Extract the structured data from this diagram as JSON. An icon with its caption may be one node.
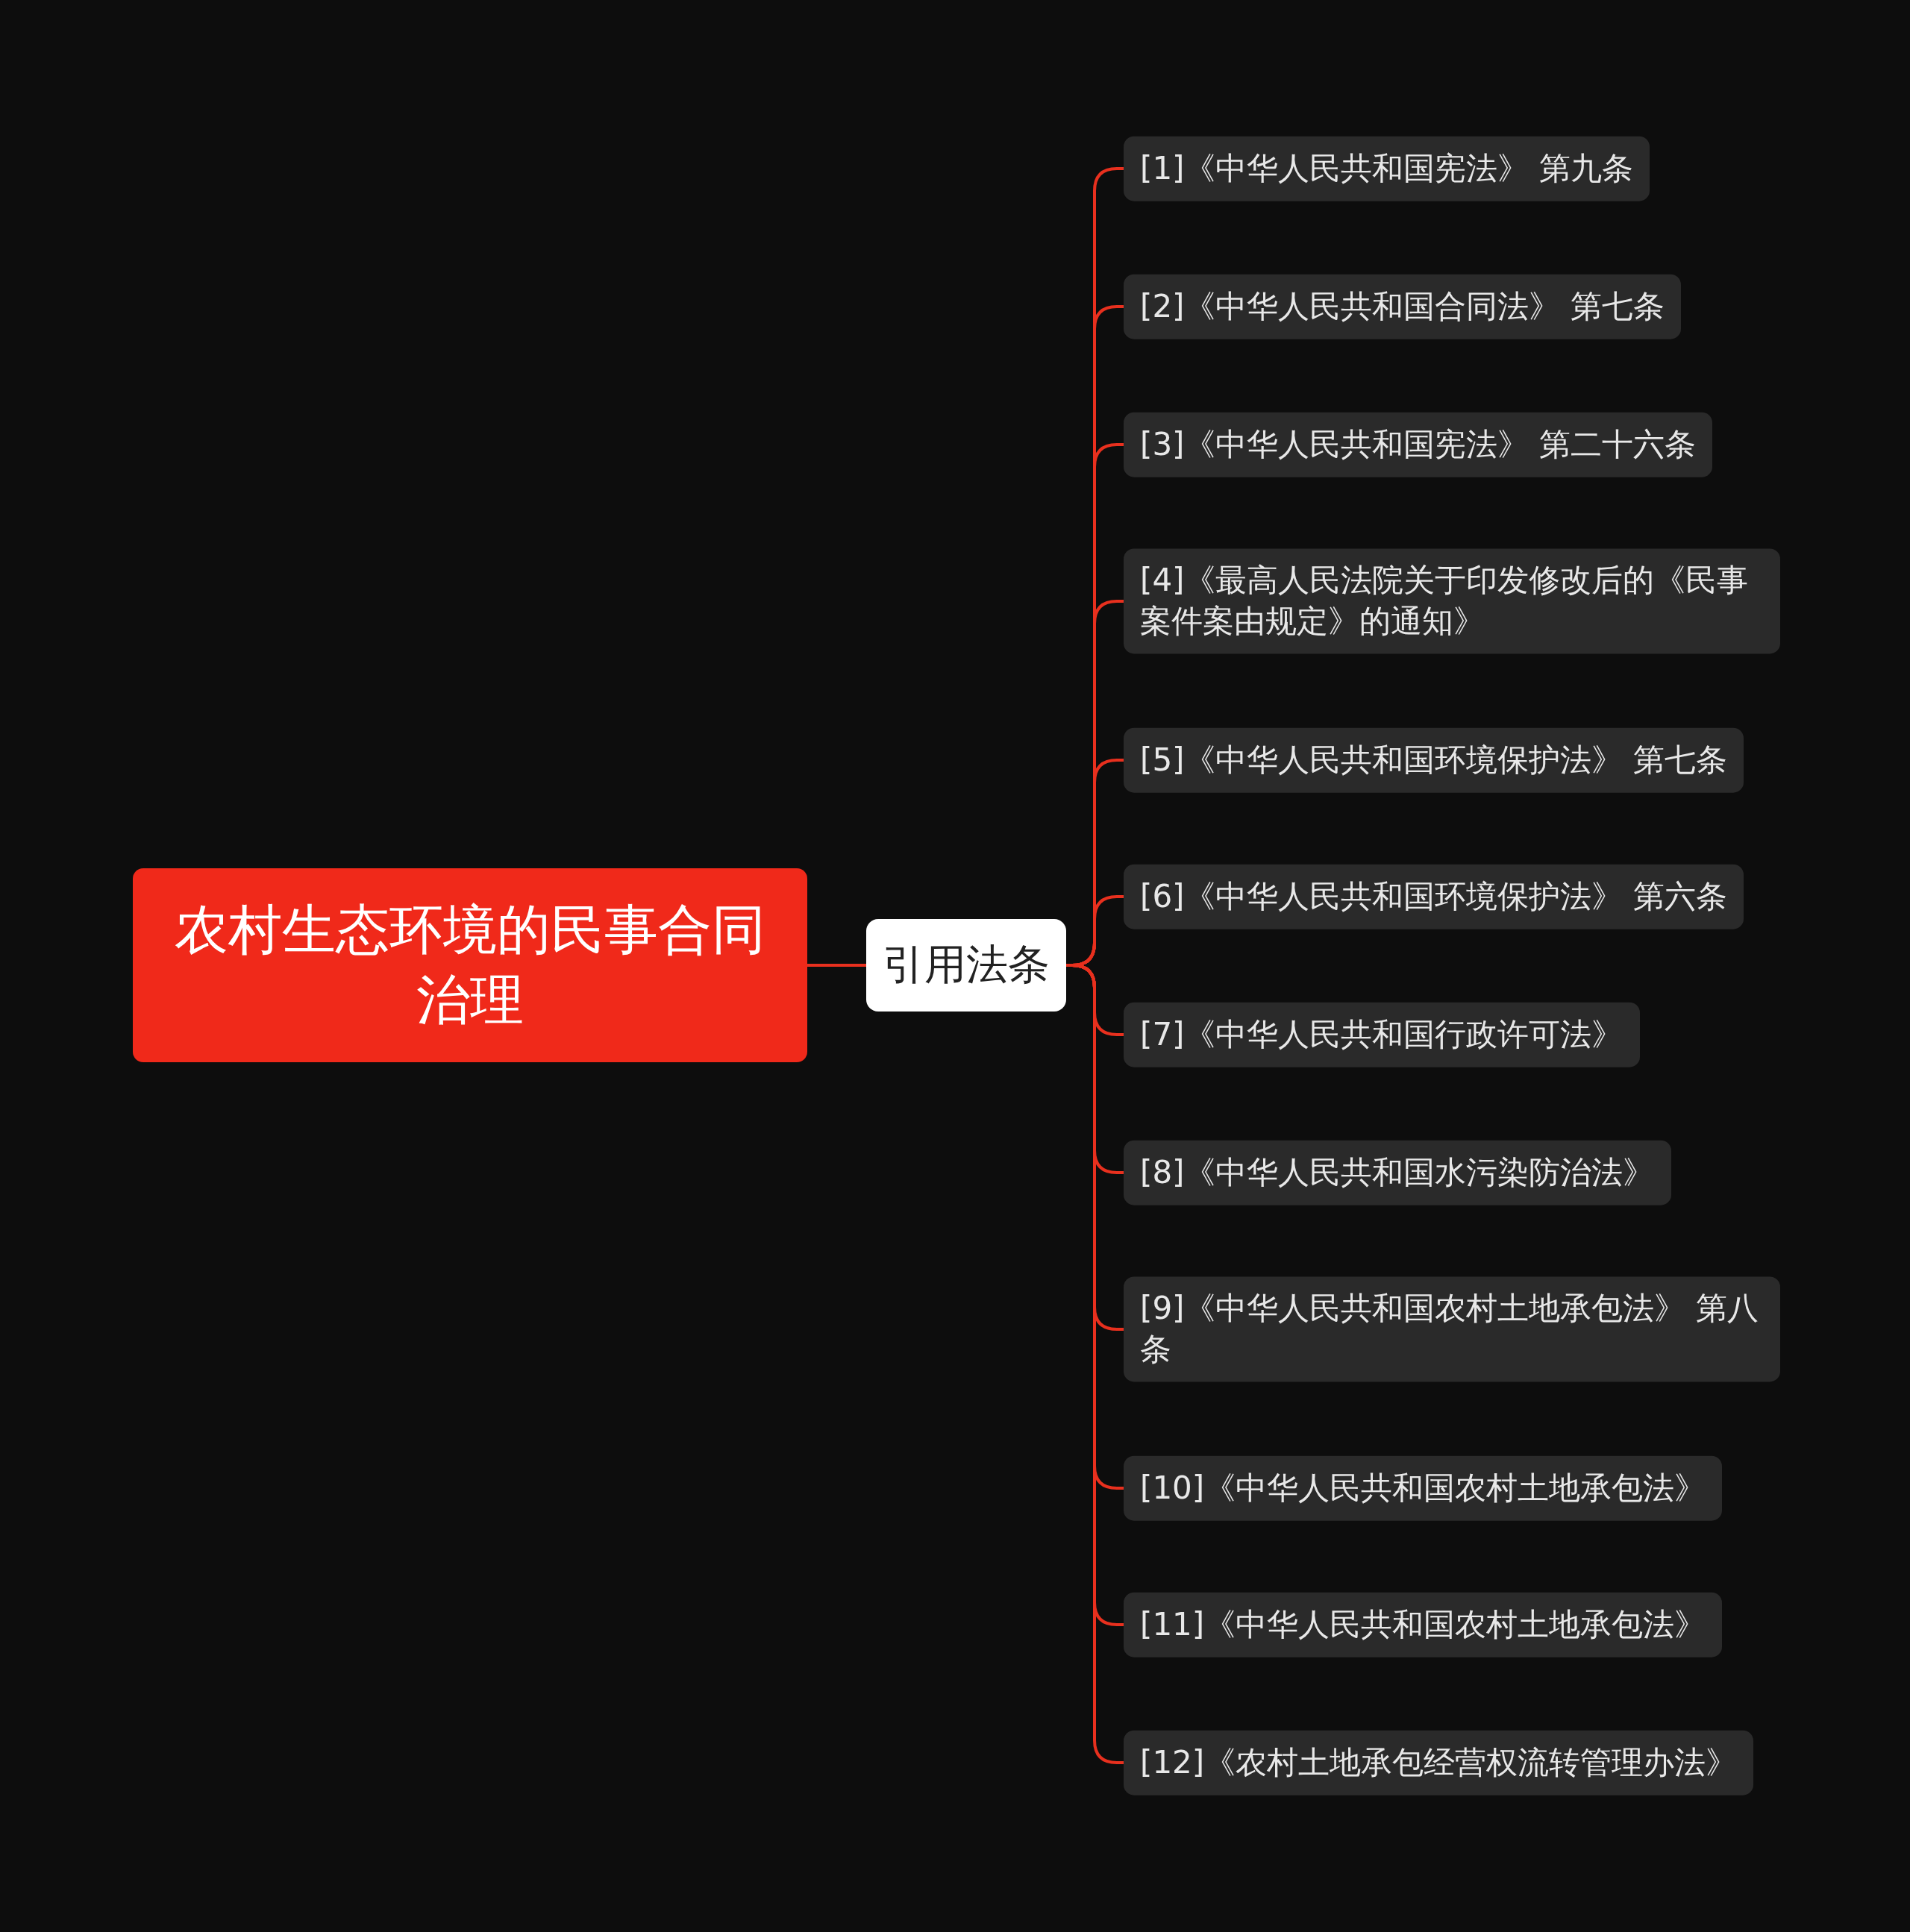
{
  "diagram": {
    "nodes": [
      {
        "text": [
          "农村生态环境的民事合同治理"
        ]
      },
      {
        "text": [
          "引用法条"
        ]
      },
      {
        "text": [
          "[1]《中华人民共和国宪法》 第九条"
        ]
      },
      {
        "text": [
          "[2]《中华人民共和国合同法》 第七条"
        ]
      },
      {
        "text": [
          "[3]《中华人民共和国宪法》 第二十六条"
        ]
      },
      {
        "text": [
          "[4]《最高人民法院关于印发修改后的《民事案件案由规定》的通知》"
        ]
      },
      {
        "text": [
          "[5]《中华人民共和国环境保护法》 第七条"
        ]
      },
      {
        "text": [
          "[6]《中华人民共和国环境保护法》 第六条"
        ]
      },
      {
        "text": [
          "[7]《中华人民共和国行政许可法》"
        ]
      },
      {
        "text": [
          "[8]《中华人民共和国水污染防治法》"
        ]
      },
      {
        "text": [
          "[9]《中华人民共和国农村土地承包法》 第八条"
        ]
      },
      {
        "text": [
          "[10]《中华人民共和国农村土地承包法》"
        ]
      },
      {
        "text": [
          "[11]《中华人民共和国农村土地承包法》"
        ]
      },
      {
        "text": [
          "[12]《农村土地承包经营权流转管理办法》"
        ]
      }
    ],
    "edges": [
      {
        "from": 0,
        "to": 1,
        "arrow": "none"
      },
      {
        "from": 1,
        "to": 2,
        "arrow": "none"
      },
      {
        "from": 1,
        "to": 3,
        "arrow": "none"
      },
      {
        "from": 1,
        "to": 4,
        "arrow": "none"
      },
      {
        "from": 1,
        "to": 5,
        "arrow": "none"
      },
      {
        "from": 1,
        "to": 6,
        "arrow": "none"
      },
      {
        "from": 1,
        "to": 7,
        "arrow": "none"
      },
      {
        "from": 1,
        "to": 8,
        "arrow": "none"
      },
      {
        "from": 1,
        "to": 9,
        "arrow": "none"
      },
      {
        "from": 1,
        "to": 10,
        "arrow": "none"
      },
      {
        "from": 1,
        "to": 11,
        "arrow": "none"
      },
      {
        "from": 1,
        "to": 12,
        "arrow": "none"
      },
      {
        "from": 1,
        "to": 13,
        "arrow": "none"
      }
    ]
  }
}
